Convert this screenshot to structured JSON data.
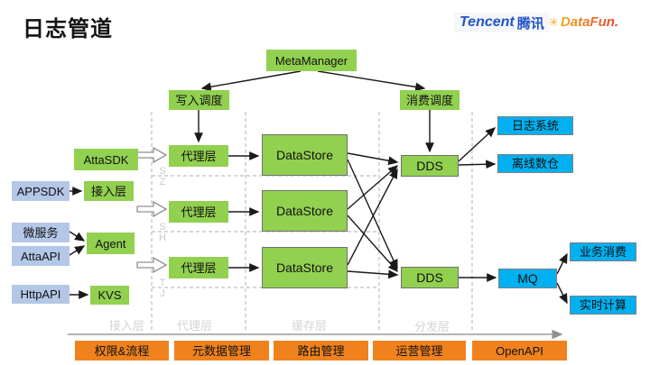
{
  "title": "日志管道",
  "header": {
    "tencent_en": "Tencent",
    "tencent_cn": "腾讯",
    "datafun_star": "✳",
    "datafun": "DataFun."
  },
  "diagram": {
    "scheduler": {
      "meta": "MetaManager",
      "write": "写入调度",
      "consume": "消费调度"
    },
    "sources": {
      "attasdk": "AttaSDK",
      "appsdk": "APPSDK",
      "access": "接入层",
      "microservice": "微服务",
      "attaapi": "AttaAPI",
      "agent": "Agent",
      "httpapi": "HttpAPI",
      "kvs": "KVS"
    },
    "pipeline": {
      "proxy": "代理层",
      "datastore": "DataStore",
      "dds": "DDS"
    },
    "sinks": {
      "log_system": "日志系统",
      "offline_dw": "离线数仓",
      "mq": "MQ",
      "business_consume": "业务消费",
      "realtime_compute": "实时计算"
    },
    "regions": [
      "SZ",
      "SH",
      "TJ"
    ],
    "layer_labels": [
      "接入层",
      "代理层",
      "缓存层",
      "分发层"
    ]
  },
  "bottom_bar": [
    "权限&流程",
    "元数据管理",
    "路由管理",
    "运营管理",
    "OpenAPI"
  ],
  "colors": {
    "green": "#92D050",
    "blue": "#B4C7E7",
    "cyan": "#00B0F0",
    "orange": "#F0821E"
  }
}
